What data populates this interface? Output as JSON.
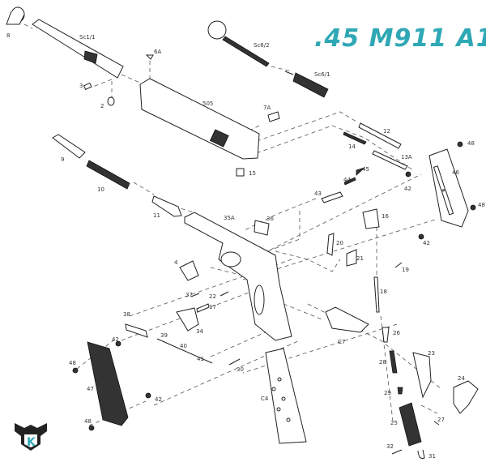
{
  "title": ".45 M911 A1",
  "colors": {
    "title": "#2fa8b5",
    "logo_accent": "#2fa8b5",
    "lines": "#222222"
  },
  "logo": {
    "letter": "K"
  },
  "labels": {
    "barrel_bushing": "8",
    "barrel": "Sc1/1",
    "link_pin": "3",
    "link": "2",
    "front_sight": "6A",
    "slide": "505",
    "cleaning_rod": "Sc6/2",
    "brush": "Sc6/1",
    "rear_sight": "7A",
    "firing_pin": "12",
    "firing_pin_spring": "14",
    "ejector_pin": "13A",
    "screw_r1": "48",
    "plug": "9",
    "extractor": "15",
    "right_grip": "46",
    "plunger_pin": "45",
    "plunger_spring": "44",
    "plunger_tube": "43",
    "bushing_r1": "42",
    "screw_r2": "48",
    "recoil_spring": "10",
    "guide_rod": "11",
    "frame": "35A",
    "ejector": "36",
    "hammer": "16",
    "disconnector": "20",
    "sear": "21",
    "bushing_r2": "42",
    "slide_stop": "4",
    "hammer_strut_pin": "19",
    "pin_37": "37",
    "pin_22": "22",
    "pin_17": "17",
    "hammer_strut": "18",
    "mag_catch": "38",
    "thumb_safety": "34",
    "lock": "39",
    "bushing_l1": "42",
    "mainspring_cap": "26",
    "mag_catch_spring": "40",
    "trigger": "C7",
    "lock_pin": "41",
    "sear_spring": "23",
    "mainspring": "28",
    "screw_l1": "48",
    "pin_30": "30",
    "grip_safety": "24",
    "retainer": "29",
    "magazine": "C4",
    "left_grip": "47",
    "bushing_l2": "42",
    "housing": "25",
    "housing_pin": "27",
    "screw_l2": "48",
    "pin_32": "32",
    "lanyard_loop": "31"
  }
}
